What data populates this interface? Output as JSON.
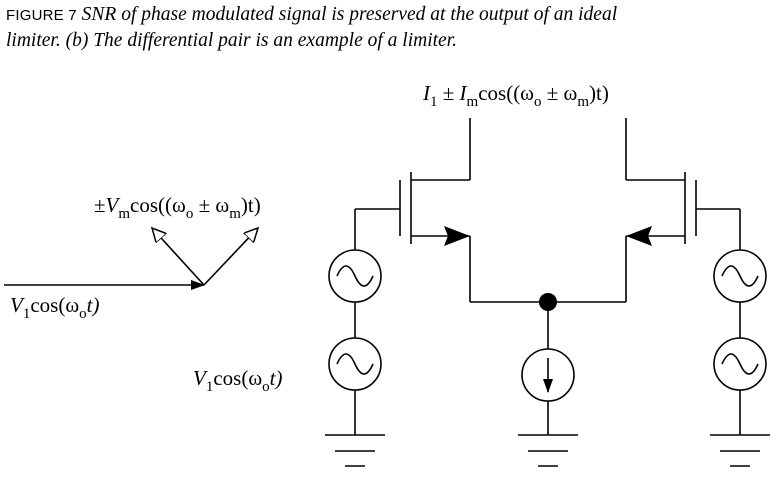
{
  "caption": {
    "label": "FIGURE 7",
    "line1": "SNR of phase modulated signal is preserved at the output of an ideal",
    "line2": "limiter. (b) The differential pair is an example of a limiter."
  },
  "labels": {
    "output_current": {
      "var": "I",
      "sub1": "1",
      "pm": " ± ",
      "var2": "I",
      "sub2": "m",
      "fn": "cos((ω",
      "sub3": "o",
      "pm2": " ± ω",
      "sub4": "m",
      "tail": ")t)"
    },
    "sideband": {
      "pm": "±",
      "var": "V",
      "sub": "m",
      "fn": "cos((ω",
      "sub2": "o",
      "pm2": " ± ω",
      "sub3": "m",
      "tail": ")t)"
    },
    "carrier_input": {
      "var": "V",
      "sub": "1",
      "fn": "cos(ω",
      "sub2": "o",
      "tail": "t)"
    },
    "source_label": {
      "var": "V",
      "sub": "1",
      "fn": "cos(ω",
      "sub2": "o",
      "tail": "t)"
    }
  }
}
